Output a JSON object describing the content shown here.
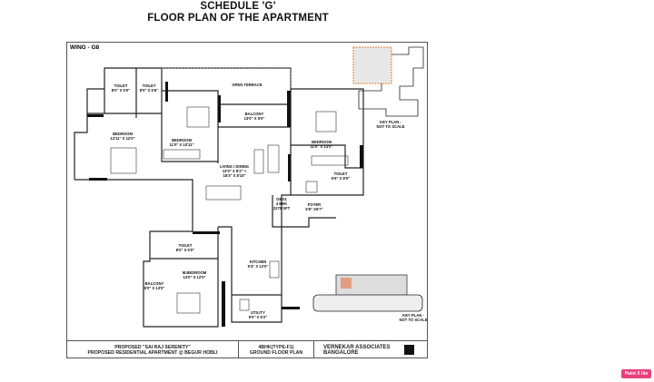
{
  "document": {
    "title_line1": "SCHEDULE 'G'",
    "title_line2": "FLOOR PLAN OF THE APARTMENT"
  },
  "plan": {
    "wing": "WING - G8",
    "rooms": {
      "toilet1": [
        "TOILET",
        "8'0\" X 5'0\""
      ],
      "toilet2": [
        "TOILET",
        "8'0\" X 5'6\""
      ],
      "open_terrace": [
        "OPEN TERRACE"
      ],
      "balcony1": [
        "BALCONY",
        "13'0\" X 5'0\""
      ],
      "bedroom1": [
        "BEDROOM",
        "13'11\" X 12'0\""
      ],
      "bedroom2": [
        "BEDROOM",
        "11'0\" X 10'11\""
      ],
      "bedroom3": [
        "BEDROOM",
        "11'0\" X 13'0\""
      ],
      "living": [
        "LIVING / DINING",
        "13'0\" X 8'2\" +",
        "18'3\" X 8'10\""
      ],
      "toilet3": [
        "TOILET",
        "5'6\" X 8'0\""
      ],
      "foyer": [
        "FOYER",
        "6'6\" X6'7\""
      ],
      "unit": [
        "G8-01",
        "4 BHK",
        "2275 SFT"
      ],
      "toilet4": [
        "TOILET",
        "8'0\" X 5'0\""
      ],
      "master": [
        "M.BEDROOM",
        "13'0\" X 12'0\""
      ],
      "balcony2": [
        "BALCONY",
        "5'0\" X 13'0\""
      ],
      "kitchen": [
        "KITCHEN",
        "9'4\" X 12'0\""
      ],
      "utility": [
        "UTILITY",
        "9'0\" X 5'2\""
      ]
    },
    "key_plan_top": [
      "KEY PLAN -",
      "NOT TO SCALE"
    ],
    "key_plan_bottom": [
      "KEY PLAN -",
      "NOT TO SCALE"
    ]
  },
  "title_block": {
    "project_line1": "PROPOSED \"SAI RAJ SERENITY\"",
    "project_line2": "PROPOSED RESIDENTIAL APARTMENT @ BEGUR HOBLI",
    "type_line1": "4BHK(TYPE-F1)",
    "type_line2": "GROUND FLOOR PLAN",
    "architect_line1": "VERNEKAR ASSOCIATES",
    "architect_line2": "BANGALORE"
  },
  "badge": {
    "label": "Paint X lite",
    "color": "#e8407a"
  }
}
